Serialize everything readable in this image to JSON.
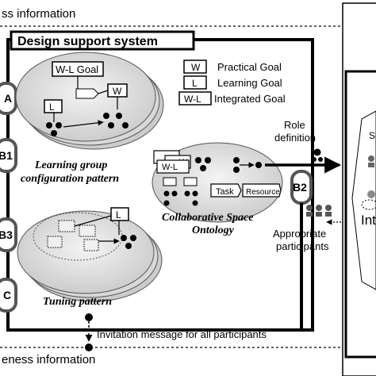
{
  "top_band_label": "ss information",
  "bottom_band_label": "eness information",
  "system_title": "Design support system",
  "left_nodes": [
    "A",
    "B1",
    "B3",
    "C"
  ],
  "goal_legend": [
    {
      "symbol": "W",
      "label": "Practical Goal"
    },
    {
      "symbol": "L",
      "label": "Learning Goal"
    },
    {
      "symbol": "W-L",
      "label": "Integrated Goal"
    }
  ],
  "pattern1": {
    "goal_box": "W-L Goal",
    "w_box": "W",
    "l_box": "L",
    "label_line1": "Learning group",
    "label_line2": "configuration pattern"
  },
  "ontology": {
    "stack_labels": [
      "W",
      "W-L"
    ],
    "task_label": "Task",
    "resource_label": "Resource",
    "label_line1": "Collaborative Space",
    "label_line2": "Ontology"
  },
  "pattern3": {
    "l_box": "L",
    "label": "Tuning pattern"
  },
  "b2_node": "B2",
  "role_definition": [
    "Role",
    "definition"
  ],
  "appropriate_participants": [
    "Appropriate",
    "participants"
  ],
  "invitation_message": "Invitation message for all participants",
  "right_panel_text": "Int",
  "right_panel_s": "S"
}
